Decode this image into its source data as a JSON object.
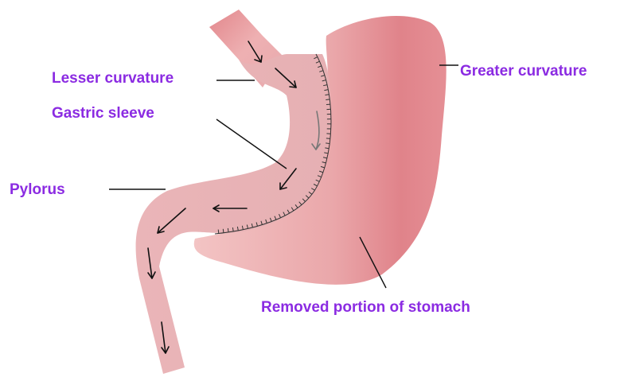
{
  "labels": {
    "lesser_curvature": "Lesser curvature",
    "gastric_sleeve": "Gastric sleeve",
    "pylorus": "Pylorus",
    "greater_curvature": "Greater curvature",
    "removed_portion": "Removed portion of stomach"
  },
  "colors": {
    "label_text": "#8b2be2",
    "sleeve_fill": "#e8b3b5",
    "removed_fill_light": "#efb7b8",
    "removed_fill_dark": "#e17f86",
    "leader_line": "#111111",
    "arrow": "#111111",
    "staple": "#333333"
  }
}
